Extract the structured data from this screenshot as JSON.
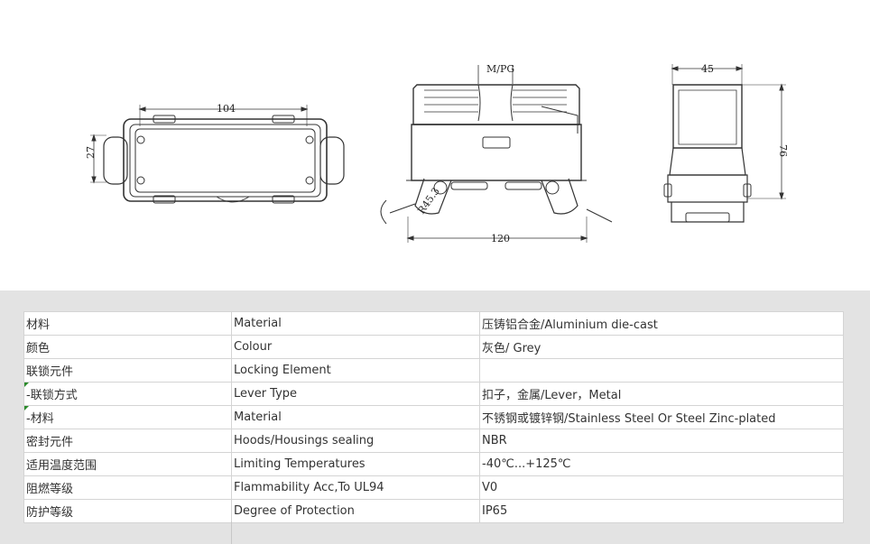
{
  "drawing": {
    "front_width_label": "104",
    "front_height_label": "27",
    "side_top_label": "M/PG",
    "side_radius_label": "R45.3",
    "side_width_label": "120",
    "end_width_label": "45",
    "end_height_label": "76"
  },
  "specs": {
    "rows": [
      {
        "zh": "材料",
        "en": "Material",
        "value": "压铸铝合金/Aluminium die-cast"
      },
      {
        "zh": "颜色",
        "en": "Colour",
        "value": "灰色/ Grey"
      },
      {
        "zh": "联锁元件",
        "en": "Locking Element",
        "value": ""
      },
      {
        "zh": " -联锁方式",
        "en": "Lever Type",
        "value": "扣子，金属/Lever，Metal"
      },
      {
        "zh": " -材料",
        "en": "Material",
        "value": "不锈钢或镀锌钢/Stainless Steel Or Steel Zinc-plated"
      },
      {
        "zh": "密封元件",
        "en": "Hoods/Housings sealing",
        "value": "NBR"
      },
      {
        "zh": "适用温度范围",
        "en": "Limiting Temperatures",
        "value": "-40℃...+125℃"
      },
      {
        "zh": "阻燃等级",
        "en": "Flammability Acc,To UL94",
        "value": "V0"
      },
      {
        "zh": "防护等级",
        "en": "Degree of Protection",
        "value": "IP65"
      }
    ]
  }
}
